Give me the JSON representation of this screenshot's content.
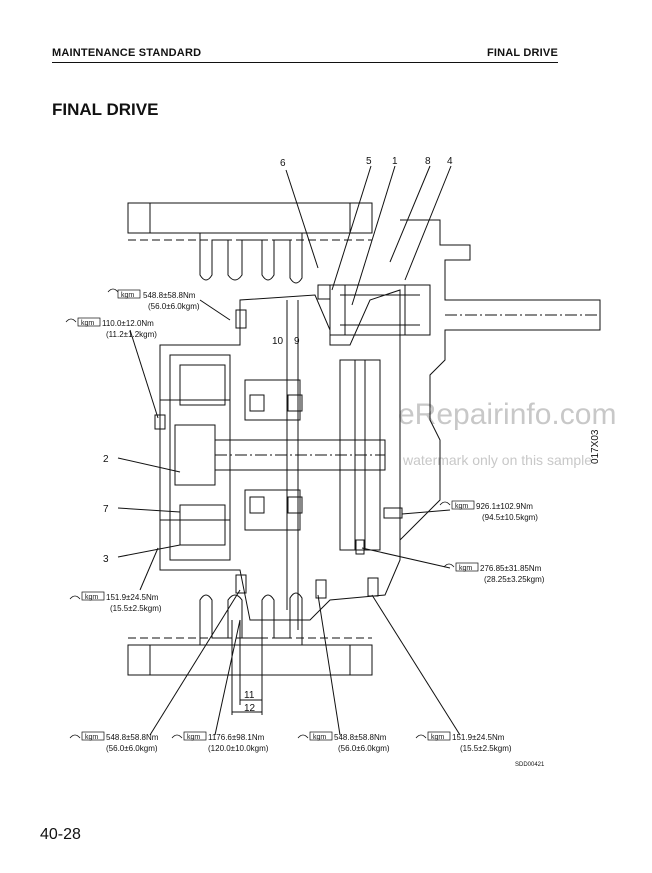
{
  "header": {
    "left": "MAINTENANCE STANDARD",
    "right": "FINAL DRIVE"
  },
  "title": "FINAL DRIVE",
  "page_number": "40-28",
  "figure_code": "SDD00421",
  "side_code": "017X03",
  "watermark": {
    "main": "eRepairinfo.com",
    "sub": "watermark only on this sample"
  },
  "part_numbers": {
    "n6": "6",
    "n5": "5",
    "n1": "1",
    "n8": "8",
    "n4": "4",
    "n10": "10",
    "n9": "9",
    "n2": "2",
    "n7": "7",
    "n3": "3",
    "n11": "11",
    "n12": "12"
  },
  "torque_unit_tag": "kgm",
  "torques": {
    "t1": {
      "nm": "548.8±58.8Nm",
      "kgm": "(56.0±6.0kgm)"
    },
    "t2": {
      "nm": "110.0±12.0Nm",
      "kgm": "(11.2±1.2kgm)"
    },
    "t3": {
      "nm": "926.1±102.9Nm",
      "kgm": "(94.5±10.5kgm)"
    },
    "t4": {
      "nm": "276.85±31.85Nm",
      "kgm": "(28.25±3.25kgm)"
    },
    "t5": {
      "nm": "151.9±24.5Nm",
      "kgm": "(15.5±2.5kgm)"
    },
    "t6": {
      "nm": "548.8±58.8Nm",
      "kgm": "(56.0±6.0kgm)"
    },
    "t7": {
      "nm": "1176.6±98.1Nm",
      "kgm": "(120.0±10.0kgm)"
    },
    "t8": {
      "nm": "548.8±58.8Nm",
      "kgm": "(56.0±6.0kgm)"
    },
    "t9": {
      "nm": "151.9±24.5Nm",
      "kgm": "(15.5±2.5kgm)"
    }
  }
}
